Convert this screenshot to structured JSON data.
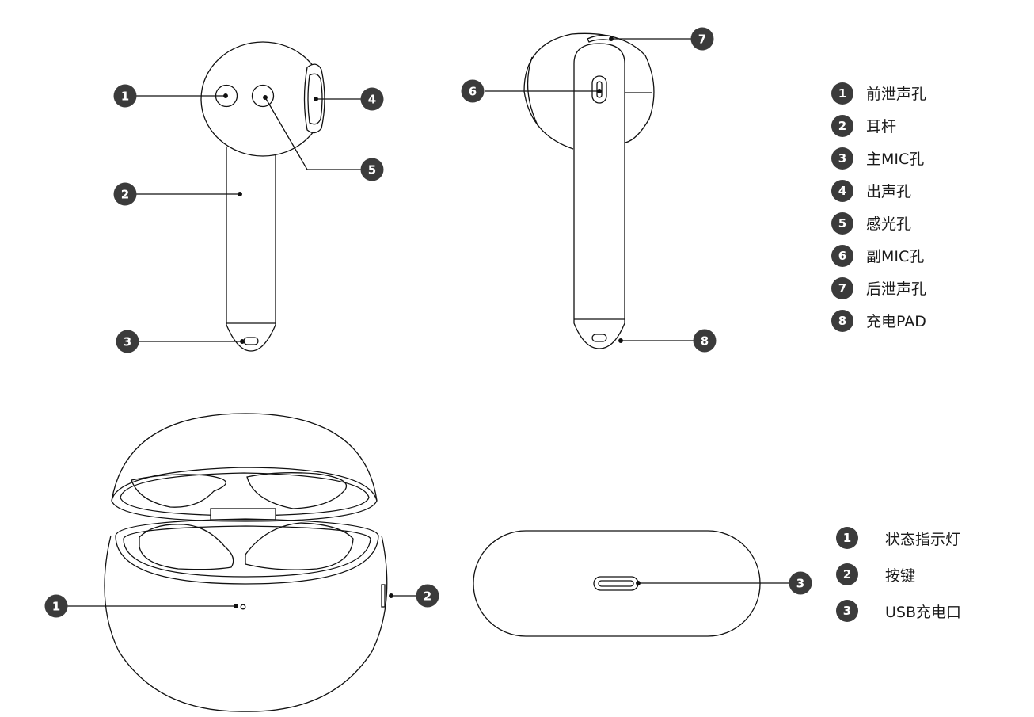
{
  "colors": {
    "line": "#111111",
    "badge_fill": "#3b3b3b",
    "badge_text": "#ffffff",
    "label_text": "#1b1b1b"
  },
  "earbud_front_markers": [
    "1",
    "2",
    "3",
    "4",
    "5"
  ],
  "earbud_back_markers": [
    "6",
    "7",
    "8"
  ],
  "case_front_markers": [
    "1",
    "2"
  ],
  "case_bottom_markers": [
    "3"
  ],
  "earbud_legend": [
    {
      "num": "1",
      "label": "前泄声孔"
    },
    {
      "num": "2",
      "label": "耳杆"
    },
    {
      "num": "3",
      "label": "主MIC孔"
    },
    {
      "num": "4",
      "label": "出声孔"
    },
    {
      "num": "5",
      "label": "感光孔"
    },
    {
      "num": "6",
      "label": "副MIC孔"
    },
    {
      "num": "7",
      "label": "后泄声孔"
    },
    {
      "num": "8",
      "label": "充电PAD"
    }
  ],
  "case_legend": [
    {
      "num": "1",
      "label": "状态指示灯"
    },
    {
      "num": "2",
      "label": "按键"
    },
    {
      "num": "3",
      "label": "USB充电口"
    }
  ]
}
